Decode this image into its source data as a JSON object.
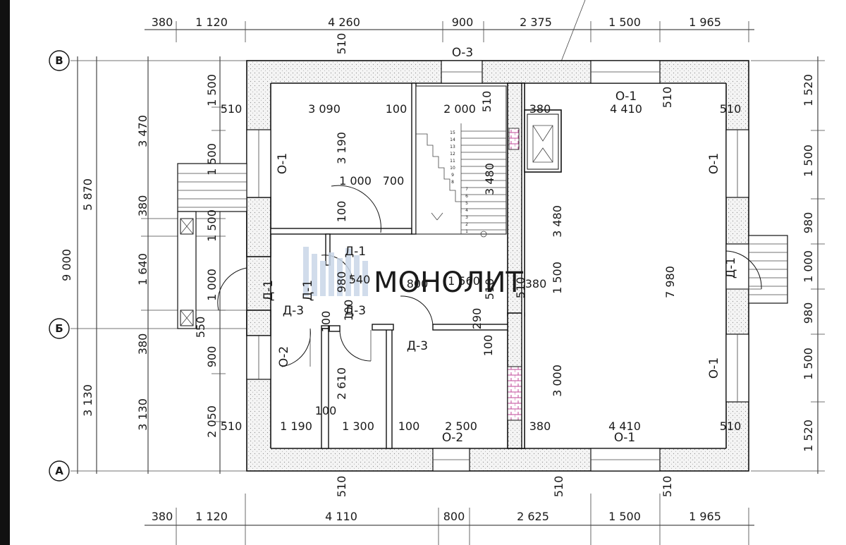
{
  "watermark": "МОНОЛИТ",
  "axes": {
    "v": "В",
    "b": "Б",
    "a": "А"
  },
  "dims": {
    "top": [
      "380",
      "1 120",
      "4 260",
      "900",
      "2 375",
      "1 500",
      "1 965"
    ],
    "bottom": [
      "380",
      "1 120",
      "4 110",
      "800",
      "2 625",
      "1 500",
      "1 965"
    ],
    "left_outer": [
      "9 000",
      "5 870",
      "3 130"
    ],
    "left_mid": [
      "3 470",
      "380",
      "1 640",
      "380",
      "3 130"
    ],
    "left_inner": [
      "1 500",
      "1 500",
      "1 500",
      "1 000",
      "900",
      "2 050"
    ],
    "left_550": "550",
    "right": [
      "1 520",
      "1 500",
      "980",
      "1 000",
      "980",
      "1 500",
      "1 520"
    ],
    "wall_510": [
      "510",
      "510",
      "510",
      "510",
      "510",
      "510",
      "510",
      "510",
      "510",
      "510",
      "510",
      "510"
    ],
    "interior": [
      "3 090",
      "100",
      "2 000",
      "380",
      "4 410",
      "3 190",
      "1 000",
      "700",
      "100",
      "3 480",
      "3 480",
      "980",
      "540",
      "800",
      "1 560",
      "380",
      "1 500",
      "7 980",
      "290",
      "100",
      "100",
      "2 610",
      "3 000",
      "100",
      "1 190",
      "1 300",
      "100",
      "2 500",
      "380",
      "4 410",
      "100"
    ]
  },
  "labels": {
    "o3": "О-3",
    "o1_top": "О-1",
    "o1_left": "О-1",
    "o1_right_top": "О-1",
    "o1_right_bottom": "О-1",
    "o1_bottom": "О-1",
    "o2_bottom": "О-2",
    "o2_left": "О-2",
    "d1_a": "Д-1",
    "d1_b": "Д-1",
    "d1_c": "Д-1",
    "d1_right": "Д-1",
    "d3_a": "Д-3",
    "d3_b": "Д-3",
    "d3_c": "Д-3"
  },
  "stairs": {
    "steps": [
      "15",
      "14",
      "13",
      "12",
      "11",
      "10",
      "9",
      "8",
      "7",
      "6",
      "5",
      "4",
      "3",
      "2",
      "1"
    ]
  }
}
